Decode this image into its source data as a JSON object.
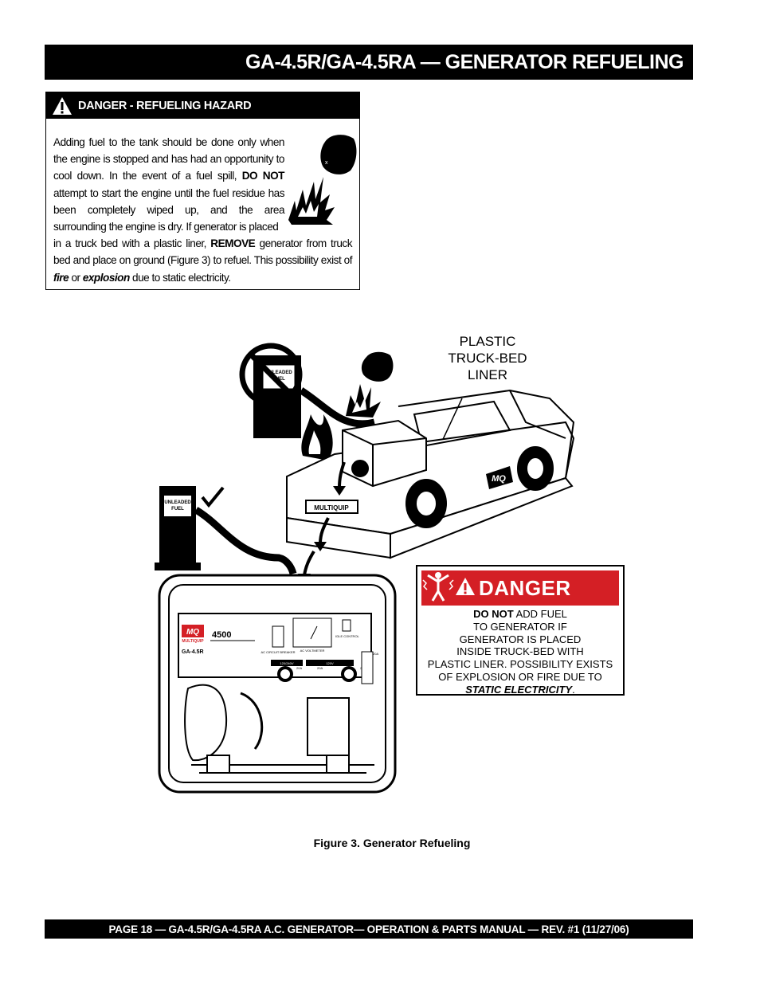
{
  "header": {
    "title": "GA-4.5R/GA-4.5RA  — GENERATOR REFUELING"
  },
  "danger_box": {
    "heading": "DANGER - REFUELING HAZARD",
    "p1_a": "Adding fuel to the tank should be done only when the engine is stopped and has had an opportunity to cool down.  In the event of a fuel spill,",
    "p1_b": "DO NOT",
    "p1_c": "attempt to start the engine until the fuel residue has been completely wiped up, and the area surrounding the engine is dry. If generator is placed",
    "p2_a": "in a truck bed with a plastic liner,",
    "p2_b": "REMOVE",
    "p2_c": "generator from truck bed and place on ground (Figure 3) to refuel. This possibility exist of",
    "p2_d": "fire",
    "p2_e": "or",
    "p2_f": "explosion",
    "p2_g": "due to static electricity."
  },
  "figure": {
    "liner_label_1": "PLASTIC",
    "liner_label_2": "TRUCK-BED",
    "liner_label_3": "LINER",
    "pump_label_1": "UNLEADED",
    "pump_label_2": "FUEL",
    "pump2_label_1": "UNLEADED",
    "pump2_label_2": "FUEL",
    "truck_brand": "MULTIQUIP",
    "truck_logo": "MQ",
    "gen_model_num": "4500",
    "gen_model": "GA-4.5R",
    "gen_brand": "MULTIQUIP",
    "gen_logo": "MQ",
    "panel_breaker": "AC CIRCUIT BREAKER",
    "panel_voltmeter": "AC VOLTMETER",
    "panel_idle": "IDLE CONTROL",
    "panel_120_240": "120/240V",
    "panel_120": "120V",
    "panel_20a": "20A",
    "panel_20a_2": "20A",
    "panel_20a_3": "20A",
    "panel_20a_4": "20A"
  },
  "danger_sign": {
    "word": "DANGER",
    "line1_bold": "DO NOT",
    "line1_rest": " ADD FUEL",
    "line2": "TO GENERATOR IF",
    "line3": "GENERATOR IS PLACED",
    "line4": "INSIDE TRUCK-BED WITH",
    "line5": "PLASTIC LINER. POSSIBILITY EXISTS",
    "line6": "OF EXPLOSION OR FIRE DUE TO",
    "line7": "STATIC ELECTRICITY",
    "line7_end": ".",
    "color": "#d41f25"
  },
  "caption": "Figure  3. Generator Refueling",
  "footer": "PAGE 18 — GA-4.5R/GA-4.5RA   A.C. GENERATOR—  OPERATION & PARTS MANUAL — REV. #1 (11/27/06)"
}
